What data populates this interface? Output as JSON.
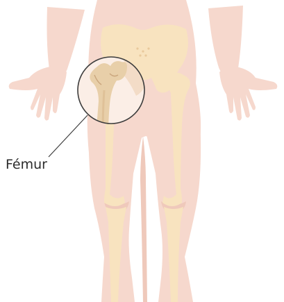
{
  "labels": {
    "femur": "Fémur"
  },
  "colors": {
    "skin": "#f6d8cd",
    "skin_shadow": "#efc9bb",
    "bone": "#f8e3bf",
    "bone_detail": "#e9c99c",
    "zoom_bone": "#e8cfa9",
    "zoom_bone_shade": "#c9a57c",
    "zoom_ring": "#3c3c3c",
    "leader_line": "#3c3c3c",
    "label_text": "#2b2b2b"
  },
  "icons": {
    "figure": "lower-body-anatomy-illustration",
    "callout": "femur-magnified-callout"
  }
}
